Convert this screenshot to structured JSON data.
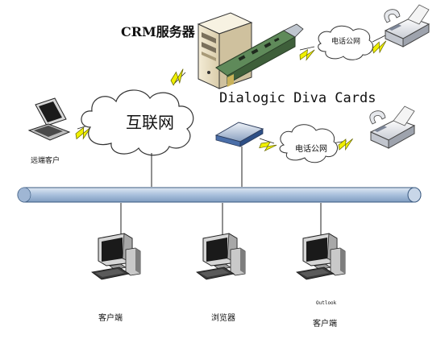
{
  "labels": {
    "crm_server": "CRM服务器",
    "diva_cards": "Dialogic Diva Cards",
    "internet": "互联网",
    "pstn_top": "电话公网",
    "pstn_mid": "电话公网",
    "remote_client": "远端客户",
    "client_1": "客户端",
    "browser": "浏览器",
    "outlook": "Outlook",
    "client_3": "客户端"
  },
  "colors": {
    "bus_fill": "#b8cce4",
    "bus_stroke": "#3a5a80",
    "lightning": "#e0e000",
    "cloud_stroke": "#333333"
  },
  "icons": {
    "server": "server-tower-icon",
    "diva_card": "pci-card-icon",
    "gateway": "rack-gateway-icon",
    "fax": "fax-machine-icon",
    "laptop": "laptop-icon",
    "workstation": "desktop-computer-icon",
    "cloud": "cloud-icon",
    "link": "lightning-link-icon"
  }
}
